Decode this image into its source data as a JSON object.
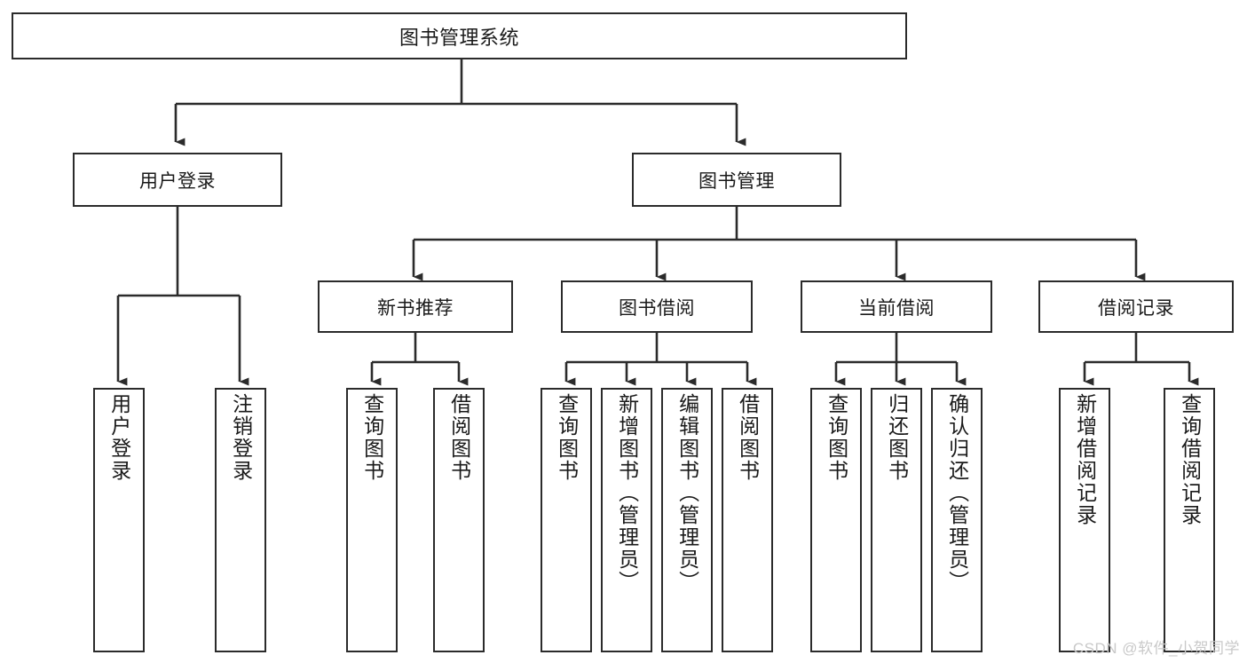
{
  "diagram": {
    "title": "图书管理系统",
    "watermark": "CSDN @软件_小贺同学",
    "colors": {
      "stroke": "#2b2b2b",
      "fill": "#ffffff",
      "text": "#1a1a1a",
      "watermark": "#c9c9c9"
    },
    "level1": [
      {
        "label": "用户登录"
      },
      {
        "label": "图书管理"
      }
    ],
    "level2": [
      {
        "label": "新书推荐"
      },
      {
        "label": "图书借阅"
      },
      {
        "label": "当前借阅"
      },
      {
        "label": "借阅记录"
      }
    ],
    "leaves": [
      {
        "label": "用户登录",
        "parent": "用户登录"
      },
      {
        "label": "注销登录",
        "parent": "用户登录"
      },
      {
        "label": "查询图书",
        "parent": "新书推荐"
      },
      {
        "label": "借阅图书",
        "parent": "新书推荐"
      },
      {
        "label": "查询图书",
        "parent": "图书借阅"
      },
      {
        "label": "新增图书（管理员）",
        "parent": "图书借阅"
      },
      {
        "label": "编辑图书（管理员）",
        "parent": "图书借阅"
      },
      {
        "label": "借阅图书",
        "parent": "图书借阅"
      },
      {
        "label": "查询图书",
        "parent": "当前借阅"
      },
      {
        "label": "归还图书",
        "parent": "当前借阅"
      },
      {
        "label": "确认归还（管理员）",
        "parent": "当前借阅"
      },
      {
        "label": "新增借阅记录",
        "parent": "借阅记录"
      },
      {
        "label": "查询借阅记录",
        "parent": "借阅记录"
      }
    ]
  }
}
